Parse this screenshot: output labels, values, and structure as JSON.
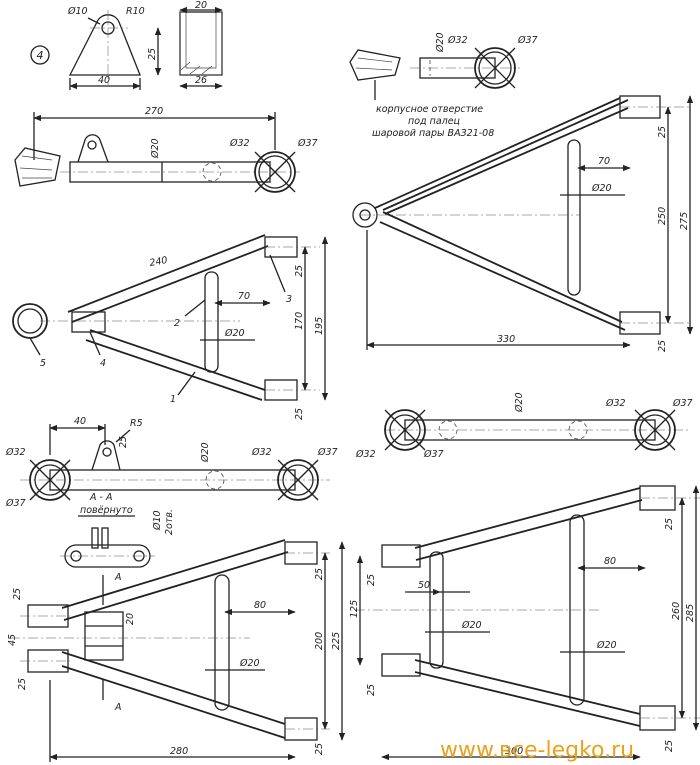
{
  "figure_number": "4",
  "watermark": "www.вce-legko.ru",
  "note_lines": [
    "корпусное отверстие",
    "под палец",
    "шаровой пары ВАЗ21-08"
  ],
  "section_title": "А - А",
  "section_subtitle": "повёрнуто",
  "section_marker": "А",
  "dims": {
    "d10": "Ø10",
    "r10": "R10",
    "r5": "R5",
    "d20": "Ø20",
    "d32": "Ø32",
    "d37": "Ø37",
    "d10_2": "Ø10",
    "two_holes": "2отв.",
    "n20": "20",
    "n25": "25",
    "n26": "26",
    "n40": "40",
    "n45": "45",
    "n50": "50",
    "n70": "70",
    "n80": "80",
    "n125": "125",
    "n170": "170",
    "n195": "195",
    "n200": "200",
    "n225": "225",
    "n240": "240",
    "n250": "250",
    "n260": "260",
    "n270": "270",
    "n275": "275",
    "n280": "280",
    "n285": "285",
    "n300": "300",
    "n330": "330"
  },
  "callouts": [
    "1",
    "2",
    "3",
    "4",
    "5"
  ]
}
